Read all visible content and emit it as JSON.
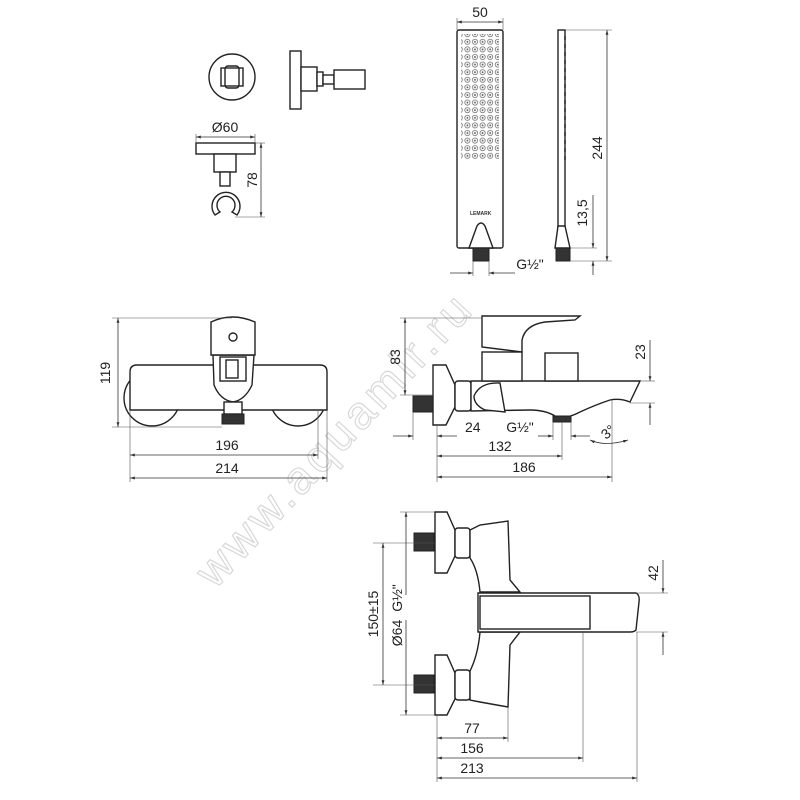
{
  "watermark": "www.aquamir.ru",
  "holder": {
    "diameter_label": "Ø60",
    "height_label": "78"
  },
  "hand_shower": {
    "width_label": "50",
    "length_label": "244",
    "connector_label": "13,5",
    "thread_label": "G½\"",
    "brand_label": "LEMARK"
  },
  "front_view": {
    "height_label": "119",
    "inner_width_label": "196",
    "width_label": "214"
  },
  "side_view": {
    "height_label": "83",
    "spout_height_label": "23",
    "thread_len_label": "24",
    "thread_label": "G½\"",
    "outlet_depth_label": "132",
    "depth_label": "186",
    "angle_label": "3°"
  },
  "top_view": {
    "spacing_label": "150±15",
    "thread_label": "G½\"",
    "rosette_label": "Ø64",
    "spout_label": "42",
    "d1_label": "77",
    "d2_label": "156",
    "d3_label": "213"
  }
}
